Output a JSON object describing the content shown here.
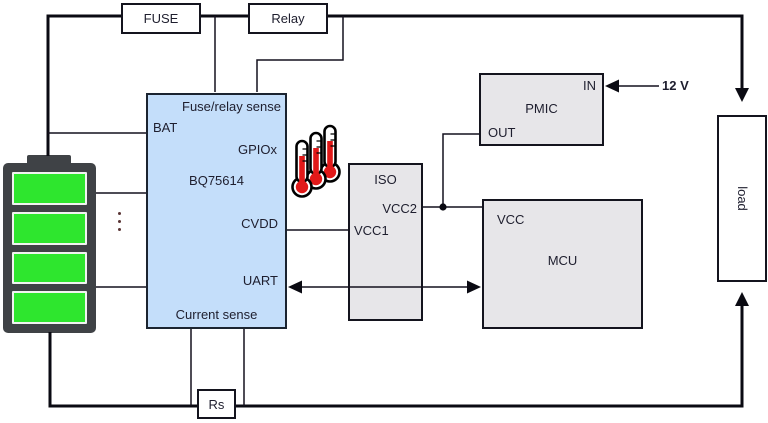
{
  "diagram": {
    "title_context": "Battery monitor system block diagram",
    "blocks": {
      "fuse": {
        "label": "FUSE"
      },
      "relay": {
        "label": "Relay"
      },
      "afe": {
        "part": "BQ75614",
        "pins": {
          "fuse_relay_sense": "Fuse/relay sense",
          "bat": "BAT",
          "gpiox": "GPIOx",
          "cvdd": "CVDD",
          "uart": "UART",
          "current_sense": "Current sense"
        }
      },
      "iso": {
        "label": "ISO",
        "pins": {
          "vcc2": "VCC2",
          "vcc1": "VCC1"
        }
      },
      "pmic": {
        "label": "PMIC",
        "pins": {
          "in": "IN",
          "out": "OUT"
        }
      },
      "mcu": {
        "label": "MCU",
        "pins": {
          "vcc": "VCC"
        }
      },
      "load": {
        "label": "load"
      },
      "shunt": {
        "label": "Rs"
      }
    },
    "annotations": {
      "supply": "12 V"
    },
    "icons": {
      "battery": "battery-gauge-icon",
      "thermometers": "thermometer-icon",
      "ellipsis": "vertical-ellipsis-icon"
    },
    "colors": {
      "afe_fill": "#c4defa",
      "block_fill": "#e7e6e9",
      "battery_body": "#3f4246",
      "battery_cell_green": "#2ee62e",
      "thermometer_red": "#e11919",
      "wire_black": "#0a0a12",
      "background": "#ffffff"
    }
  }
}
